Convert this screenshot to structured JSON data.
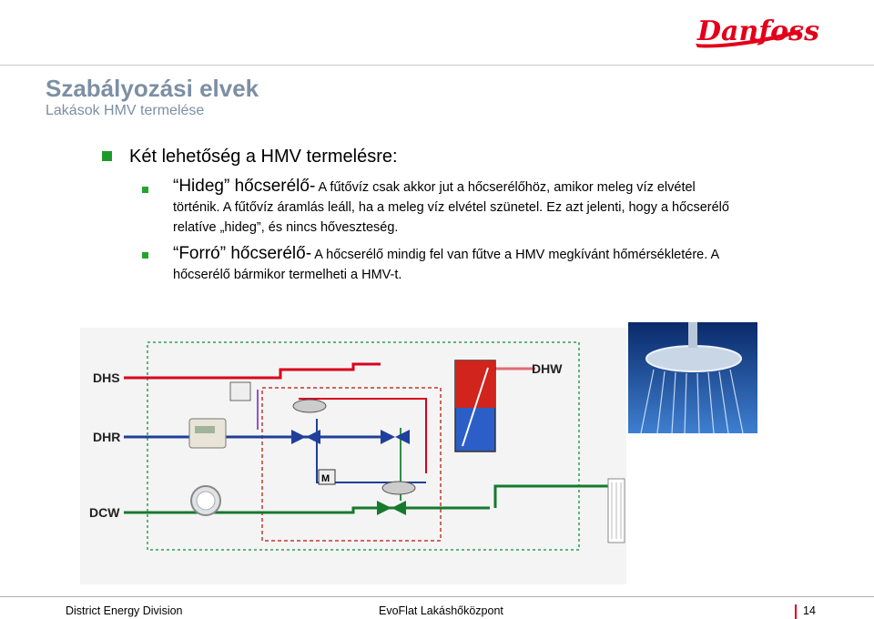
{
  "brand": {
    "logo_text": "Danfoss",
    "color": "#e2001a"
  },
  "header": {
    "title": "Szabályozási elvek",
    "subtitle": "Lakások HMV termelése"
  },
  "main": {
    "heading": "Két lehetőség a HMV termelésre:",
    "bullets": [
      {
        "head": "“Hideg” hőcserélő-",
        "text1": " A fűtővíz csak akkor jut a hőcserélőhöz, amikor meleg víz elvétel",
        "line2": "történik. A fűtővíz áramlás leáll, ha a meleg víz elvétel szünetel. Ez azt jelenti, hogy a hőcserélő",
        "line3": "relatíve „hideg”, és nincs hőveszteség."
      },
      {
        "head": "“Forró” hőcserélő-",
        "text1": " A hőcserélő mindig fel van fűtve a HMV megkívánt hőmérsékletére. A",
        "line2": "hőcserélő bármikor termelheti a HMV-t."
      }
    ]
  },
  "diagram": {
    "labels": {
      "dhs": "DHS",
      "dhr": "DHR",
      "dcw": "DCW",
      "dhw": "DHW",
      "motor": "M"
    },
    "colors": {
      "supply": "#d8001c",
      "return": "#1f3f9a",
      "cold": "#157a2e",
      "dhw": "#e06c70",
      "bypass": "#9a4fd0",
      "cold_circuit": "#2e8e44"
    }
  },
  "footer": {
    "left": "District Energy Division",
    "center": "EvoFlat Lakáshőközpont",
    "page": "14"
  }
}
